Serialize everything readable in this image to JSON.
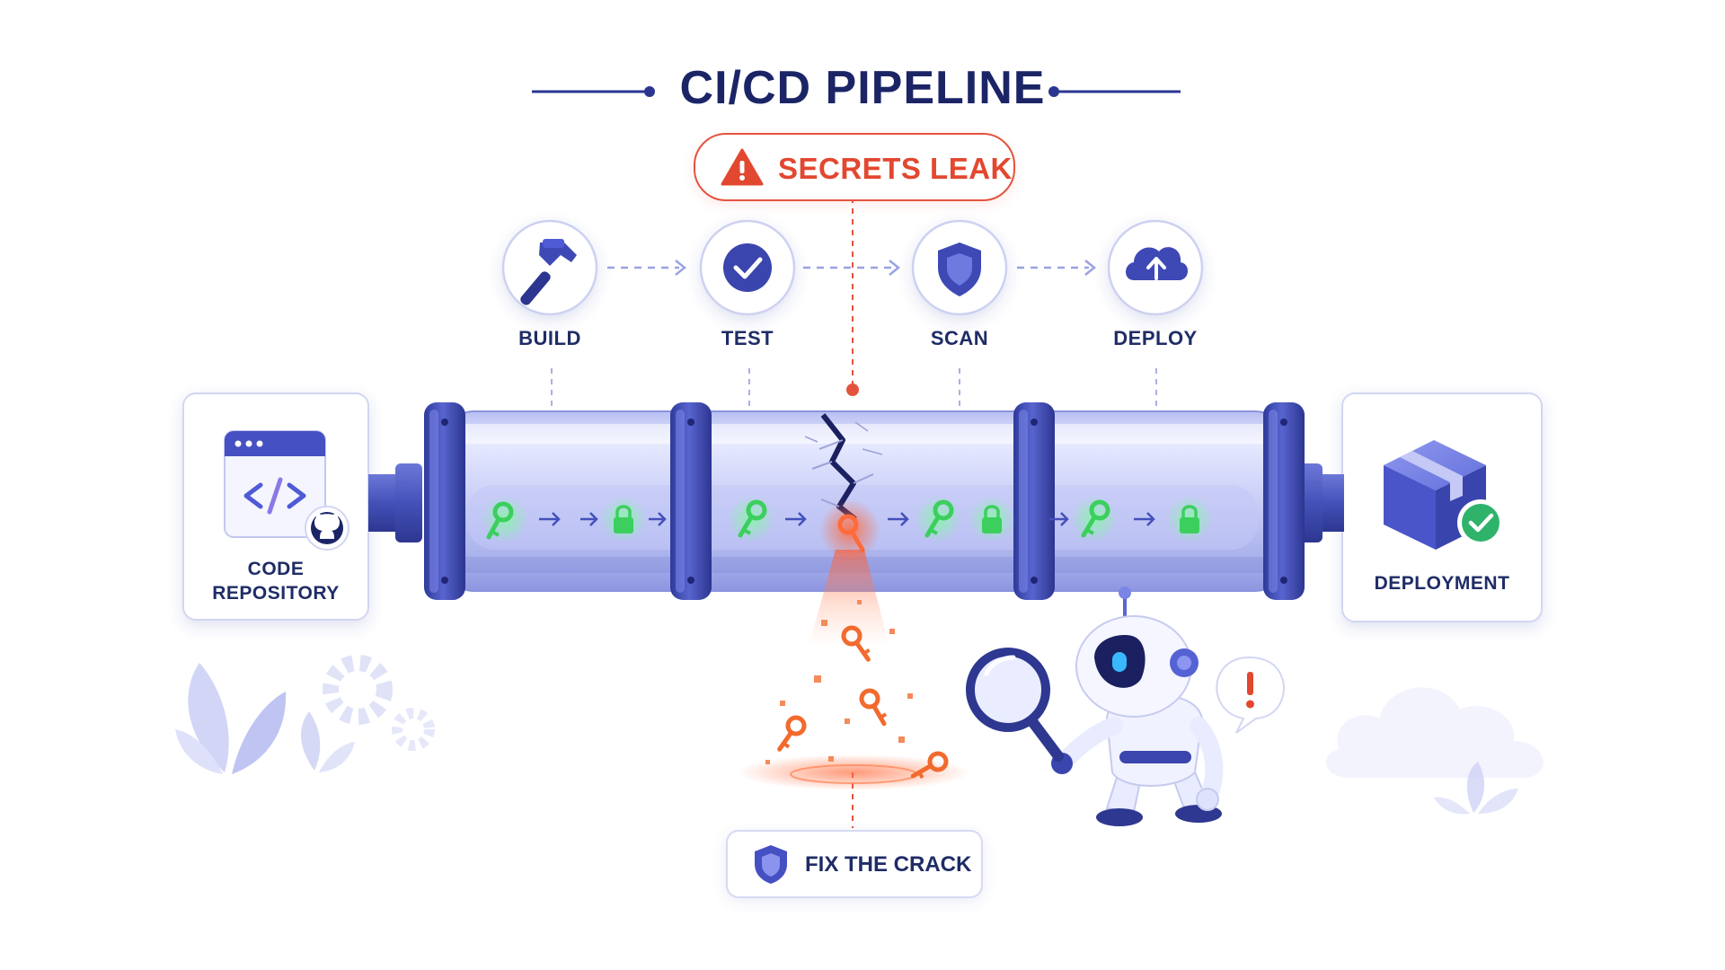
{
  "title": "CI/CD PIPELINE",
  "alert": {
    "label": "SECRETS LEAK",
    "icon": "warning-icon",
    "color": "#e2472f"
  },
  "stages": [
    {
      "label": "BUILD",
      "icon": "hammer-icon"
    },
    {
      "label": "TEST",
      "icon": "check-circle-icon"
    },
    {
      "label": "SCAN",
      "icon": "shield-icon"
    },
    {
      "label": "DEPLOY",
      "icon": "cloud-upload-icon"
    }
  ],
  "source": {
    "label_line1": "CODE",
    "label_line2": "REPOSITORY",
    "icon": "code-window-icon",
    "badge_icon": "github-icon"
  },
  "target": {
    "label": "DEPLOYMENT",
    "icon": "package-box-icon",
    "badge_icon": "check-badge-icon"
  },
  "action": {
    "label": "FIX THE CRACK",
    "icon": "shield-icon"
  },
  "colors": {
    "navy": "#1b2566",
    "pipe": "#3f4bb0",
    "accent": "#4f5bd5",
    "leak": "#e2472f",
    "key_safe": "#4cd964",
    "key_leak": "#f26a2e"
  }
}
